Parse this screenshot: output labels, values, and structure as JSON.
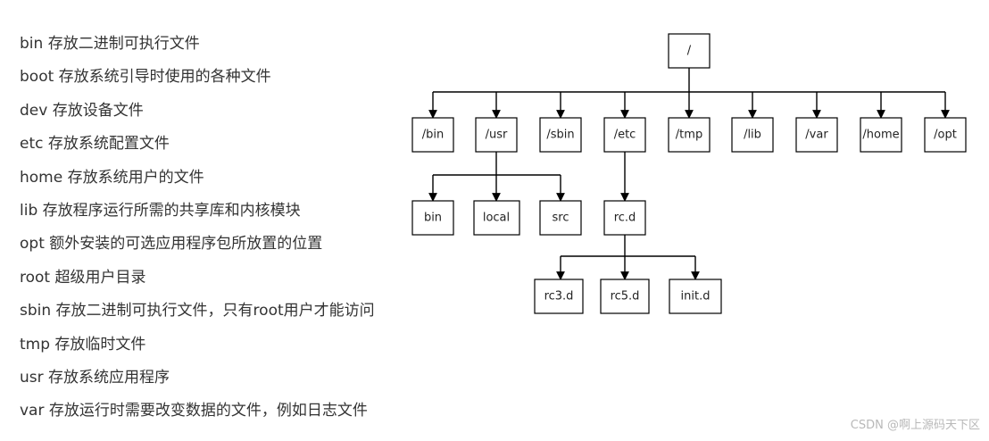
{
  "descriptions": [
    "bin 存放二进制可执行文件",
    "boot 存放系统引导时使用的各种文件",
    "dev 存放设备文件",
    "etc 存放系统配置文件",
    "home 存放系统用户的文件",
    "lib 存放程序运行所需的共享库和内核模块",
    "opt 额外安装的可选应用程序包所放置的位置",
    "root 超级用户目录",
    "sbin 存放二进制可执行文件，只有root用户才能访问",
    "tmp 存放临时文件",
    "usr 存放系统应用程序",
    "var 存放运行时需要改变数据的文件，例如日志文件"
  ],
  "tree": {
    "root": "/",
    "level1": [
      "/bin",
      "/usr",
      "/sbin",
      "/etc",
      "/tmp",
      "/lib",
      "/var",
      "/home",
      "/opt"
    ],
    "usr_children": [
      "bin",
      "local",
      "src"
    ],
    "etc_children": [
      "rc.d"
    ],
    "rcd_children": [
      "rc3.d",
      "rc5.d",
      "init.d"
    ]
  },
  "watermark": "CSDN @啊上源码天下区"
}
